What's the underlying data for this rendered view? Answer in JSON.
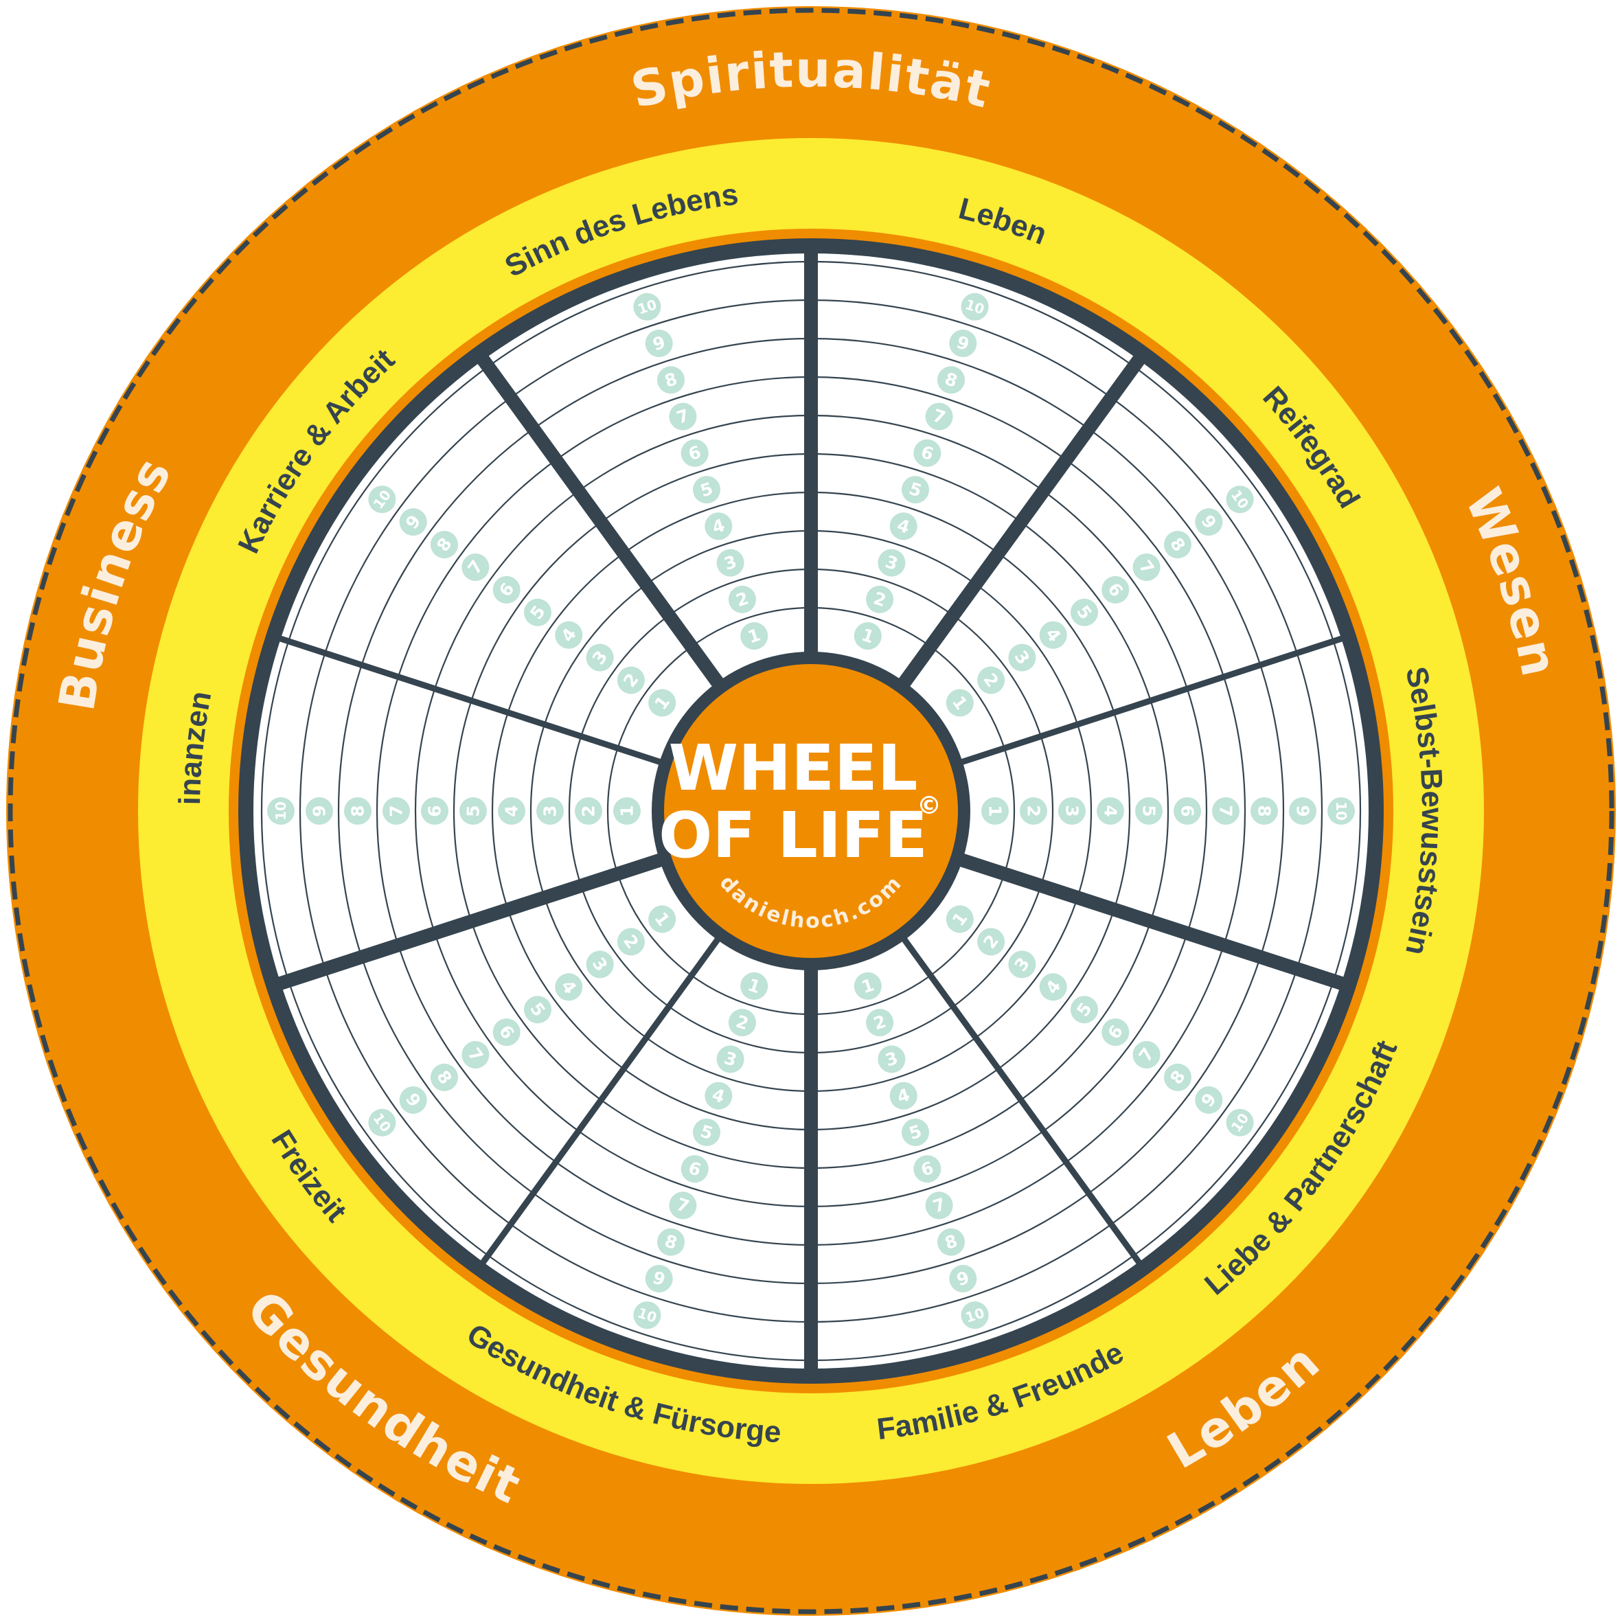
{
  "title": {
    "line1": "WHEEL",
    "line2": "OF LIFE",
    "copyright": "©",
    "url": "danielhoch.com"
  },
  "groups": [
    {
      "id": "spiritualitaet",
      "label": "Spiritualität"
    },
    {
      "id": "wesen",
      "label": "Wesen"
    },
    {
      "id": "leben",
      "label": "Leben"
    },
    {
      "id": "gesundheit",
      "label": "Gesundheit"
    },
    {
      "id": "business",
      "label": "Business"
    }
  ],
  "categories": [
    {
      "id": "leben",
      "label": "Leben"
    },
    {
      "id": "reifegrad",
      "label": "Reifegrad"
    },
    {
      "id": "selbst-bewusstsein",
      "label": "Selbst-Bewusstsein"
    },
    {
      "id": "liebe-partnerschaft",
      "label": "Liebe & Partnerschaft"
    },
    {
      "id": "familie-freunde",
      "label": "Familie & Freunde"
    },
    {
      "id": "gesundheit-fuersorge",
      "label": "Gesundheit & Fürsorge"
    },
    {
      "id": "freizeit",
      "label": "Freizeit"
    },
    {
      "id": "geld-finanzen",
      "label": "Geld & Finanzen"
    },
    {
      "id": "karriere-arbeit",
      "label": "Karriere & Arbeit"
    },
    {
      "id": "sinn-des-lebens",
      "label": "Sinn des Lebens"
    }
  ],
  "scale": [
    "1",
    "2",
    "3",
    "4",
    "5",
    "6",
    "7",
    "8",
    "9",
    "10"
  ],
  "colors": {
    "orange": "#f08c00",
    "yellow": "#fcec32",
    "dark": "#35444f",
    "mint": "#bfe3d6",
    "cream": "#fbeedd",
    "white": "#ffffff"
  }
}
